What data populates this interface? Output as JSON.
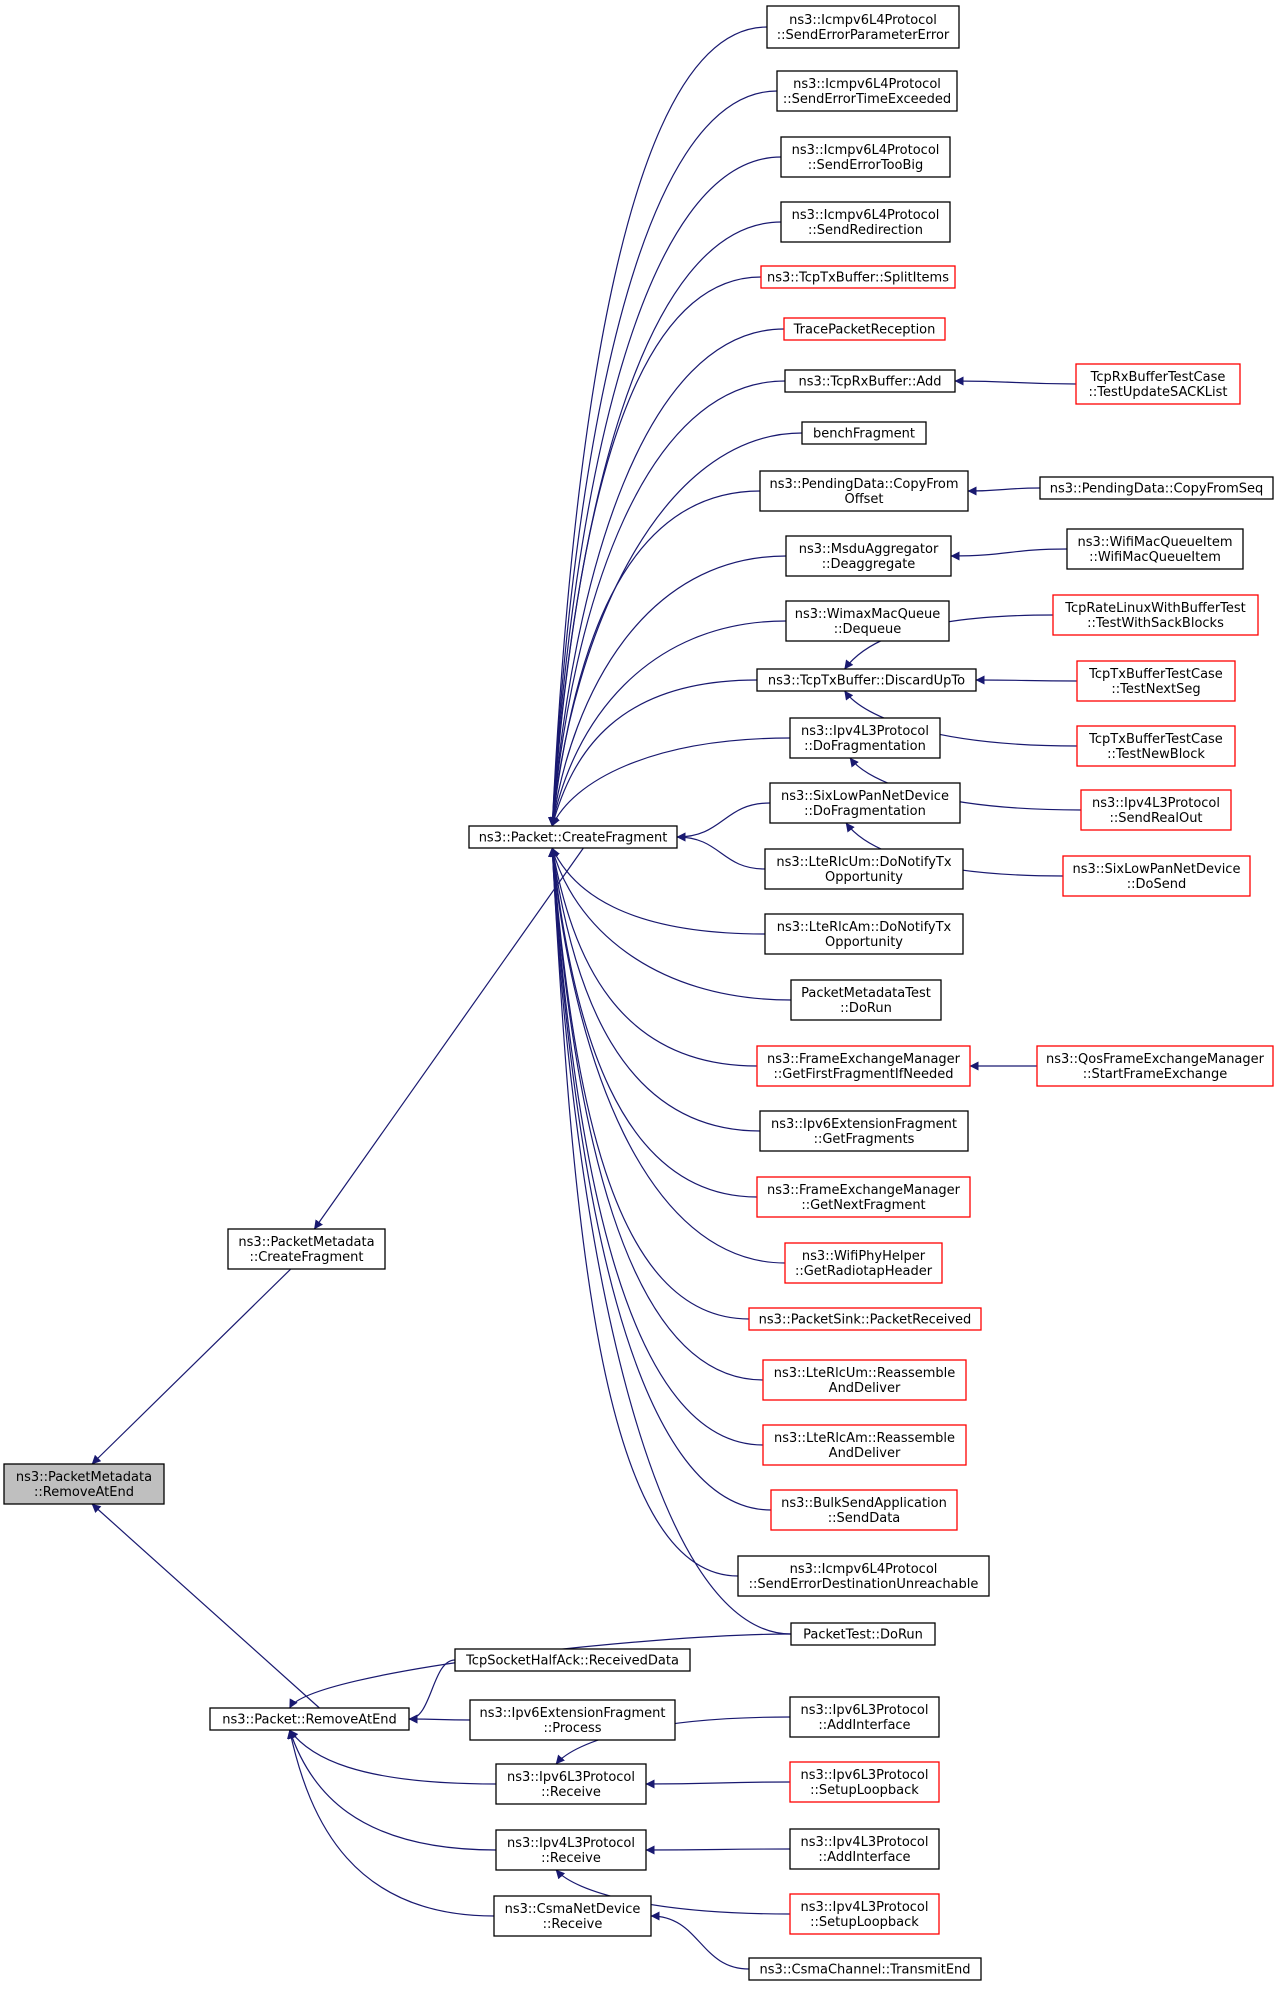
{
  "graph": {
    "edge_color": "#191970",
    "node_border_default": "#000000",
    "node_border_no_docs": "#ff0000",
    "root_fill": "#bfbfbf",
    "nodes": [
      {
        "id": "root",
        "lines": [
          "ns3::PacketMetadata",
          "::RemoveAtEnd"
        ],
        "style": "root"
      },
      {
        "id": "pm_cf",
        "lines": [
          "ns3::PacketMetadata",
          "::CreateFragment"
        ],
        "style": "black"
      },
      {
        "id": "p_cf",
        "lines": [
          "ns3::Packet::CreateFragment"
        ],
        "style": "black"
      },
      {
        "id": "p_rae",
        "lines": [
          "ns3::Packet::RemoveAtEnd"
        ],
        "style": "black"
      },
      {
        "id": "icmp_param",
        "lines": [
          "ns3::Icmpv6L4Protocol",
          "::SendErrorParameterError"
        ],
        "style": "black"
      },
      {
        "id": "icmp_time",
        "lines": [
          "ns3::Icmpv6L4Protocol",
          "::SendErrorTimeExceeded"
        ],
        "style": "black"
      },
      {
        "id": "icmp_big",
        "lines": [
          "ns3::Icmpv6L4Protocol",
          "::SendErrorTooBig"
        ],
        "style": "black"
      },
      {
        "id": "icmp_redir",
        "lines": [
          "ns3::Icmpv6L4Protocol",
          "::SendRedirection"
        ],
        "style": "black"
      },
      {
        "id": "tx_split",
        "lines": [
          "ns3::TcpTxBuffer::SplitItems"
        ],
        "style": "red"
      },
      {
        "id": "trace_rx",
        "lines": [
          "TracePacketReception"
        ],
        "style": "red"
      },
      {
        "id": "rx_add",
        "lines": [
          "ns3::TcpRxBuffer::Add"
        ],
        "style": "black"
      },
      {
        "id": "bench",
        "lines": [
          "benchFragment"
        ],
        "style": "black"
      },
      {
        "id": "pd_cfo",
        "lines": [
          "ns3::PendingData::CopyFrom",
          "Offset"
        ],
        "style": "black"
      },
      {
        "id": "msdu",
        "lines": [
          "ns3::MsduAggregator",
          "::Deaggregate"
        ],
        "style": "black"
      },
      {
        "id": "wimax",
        "lines": [
          "ns3::WimaxMacQueue",
          "::Dequeue"
        ],
        "style": "black"
      },
      {
        "id": "tx_disc",
        "lines": [
          "ns3::TcpTxBuffer::DiscardUpTo"
        ],
        "style": "black"
      },
      {
        "id": "ipv4_frag",
        "lines": [
          "ns3::Ipv4L3Protocol",
          "::DoFragmentation"
        ],
        "style": "black"
      },
      {
        "id": "six_frag",
        "lines": [
          "ns3::SixLowPanNetDevice",
          "::DoFragmentation"
        ],
        "style": "black"
      },
      {
        "id": "um_notify",
        "lines": [
          "ns3::LteRlcUm::DoNotifyTx",
          "Opportunity"
        ],
        "style": "black"
      },
      {
        "id": "am_notify",
        "lines": [
          "ns3::LteRlcAm::DoNotifyTx",
          "Opportunity"
        ],
        "style": "black"
      },
      {
        "id": "pmd_test",
        "lines": [
          "PacketMetadataTest",
          "::DoRun"
        ],
        "style": "black"
      },
      {
        "id": "fem_first",
        "lines": [
          "ns3::FrameExchangeManager",
          "::GetFirstFragmentIfNeeded"
        ],
        "style": "red"
      },
      {
        "id": "ipv6ext_get",
        "lines": [
          "ns3::Ipv6ExtensionFragment",
          "::GetFragments"
        ],
        "style": "black"
      },
      {
        "id": "fem_next",
        "lines": [
          "ns3::FrameExchangeManager",
          "::GetNextFragment"
        ],
        "style": "red"
      },
      {
        "id": "wifi_radiotap",
        "lines": [
          "ns3::WifiPhyHelper",
          "::GetRadiotapHeader"
        ],
        "style": "red"
      },
      {
        "id": "sink_rx",
        "lines": [
          "ns3::PacketSink::PacketReceived"
        ],
        "style": "red"
      },
      {
        "id": "um_reasm",
        "lines": [
          "ns3::LteRlcUm::Reassemble",
          "AndDeliver"
        ],
        "style": "red"
      },
      {
        "id": "am_reasm",
        "lines": [
          "ns3::LteRlcAm::Reassemble",
          "AndDeliver"
        ],
        "style": "red"
      },
      {
        "id": "bulk_send",
        "lines": [
          "ns3::BulkSendApplication",
          "::SendData"
        ],
        "style": "red"
      },
      {
        "id": "icmp_unreach",
        "lines": [
          "ns3::Icmpv6L4Protocol",
          "::SendErrorDestinationUnreachable"
        ],
        "style": "black"
      },
      {
        "id": "pkt_test",
        "lines": [
          "PacketTest::DoRun"
        ],
        "style": "black"
      },
      {
        "id": "tcp_half",
        "lines": [
          "TcpSocketHalfAck::ReceivedData"
        ],
        "style": "black"
      },
      {
        "id": "ipv6ext_proc",
        "lines": [
          "ns3::Ipv6ExtensionFragment",
          "::Process"
        ],
        "style": "black"
      },
      {
        "id": "ipv6_recv",
        "lines": [
          "ns3::Ipv6L3Protocol",
          "::Receive"
        ],
        "style": "black"
      },
      {
        "id": "ipv4_recv",
        "lines": [
          "ns3::Ipv4L3Protocol",
          "::Receive"
        ],
        "style": "black"
      },
      {
        "id": "csma_recv",
        "lines": [
          "ns3::CsmaNetDevice",
          "::Receive"
        ],
        "style": "black"
      },
      {
        "id": "rx_test_sack",
        "lines": [
          "TcpRxBufferTestCase",
          "::TestUpdateSACKList"
        ],
        "style": "red"
      },
      {
        "id": "pd_cfs",
        "lines": [
          "ns3::PendingData::CopyFromSeq"
        ],
        "style": "black"
      },
      {
        "id": "wifi_item",
        "lines": [
          "ns3::WifiMacQueueItem",
          "::WifiMacQueueItem"
        ],
        "style": "black"
      },
      {
        "id": "tcp_rate",
        "lines": [
          "TcpRateLinuxWithBufferTest",
          "::TestWithSackBlocks"
        ],
        "style": "red"
      },
      {
        "id": "tx_next",
        "lines": [
          "TcpTxBufferTestCase",
          "::TestNextSeg"
        ],
        "style": "red"
      },
      {
        "id": "tx_block",
        "lines": [
          "TcpTxBufferTestCase",
          "::TestNewBlock"
        ],
        "style": "red"
      },
      {
        "id": "ipv4_sendreal",
        "lines": [
          "ns3::Ipv4L3Protocol",
          "::SendRealOut"
        ],
        "style": "red"
      },
      {
        "id": "six_dosend",
        "lines": [
          "ns3::SixLowPanNetDevice",
          "::DoSend"
        ],
        "style": "red"
      },
      {
        "id": "qos_start",
        "lines": [
          "ns3::QosFrameExchangeManager",
          "::StartFrameExchange"
        ],
        "style": "red"
      },
      {
        "id": "ipv6_addif",
        "lines": [
          "ns3::Ipv6L3Protocol",
          "::AddInterface"
        ],
        "style": "black"
      },
      {
        "id": "ipv6_loop",
        "lines": [
          "ns3::Ipv6L3Protocol",
          "::SetupLoopback"
        ],
        "style": "red"
      },
      {
        "id": "ipv4_addif",
        "lines": [
          "ns3::Ipv4L3Protocol",
          "::AddInterface"
        ],
        "style": "black"
      },
      {
        "id": "ipv4_loop",
        "lines": [
          "ns3::Ipv4L3Protocol",
          "::SetupLoopback"
        ],
        "style": "red"
      },
      {
        "id": "csma_tx",
        "lines": [
          "ns3::CsmaChannel::TransmitEnd"
        ],
        "style": "black"
      }
    ],
    "edges": [
      {
        "from": "pm_cf",
        "to": "root"
      },
      {
        "from": "p_rae",
        "to": "root"
      },
      {
        "from": "p_cf",
        "to": "pm_cf"
      },
      {
        "from": "icmp_param",
        "to": "p_cf"
      },
      {
        "from": "icmp_time",
        "to": "p_cf"
      },
      {
        "from": "icmp_big",
        "to": "p_cf"
      },
      {
        "from": "icmp_redir",
        "to": "p_cf"
      },
      {
        "from": "tx_split",
        "to": "p_cf"
      },
      {
        "from": "trace_rx",
        "to": "p_cf"
      },
      {
        "from": "rx_add",
        "to": "p_cf"
      },
      {
        "from": "bench",
        "to": "p_cf"
      },
      {
        "from": "pd_cfo",
        "to": "p_cf"
      },
      {
        "from": "msdu",
        "to": "p_cf"
      },
      {
        "from": "wimax",
        "to": "p_cf"
      },
      {
        "from": "tx_disc",
        "to": "p_cf"
      },
      {
        "from": "ipv4_frag",
        "to": "p_cf"
      },
      {
        "from": "six_frag",
        "to": "p_cf"
      },
      {
        "from": "um_notify",
        "to": "p_cf"
      },
      {
        "from": "am_notify",
        "to": "p_cf"
      },
      {
        "from": "pmd_test",
        "to": "p_cf"
      },
      {
        "from": "fem_first",
        "to": "p_cf"
      },
      {
        "from": "ipv6ext_get",
        "to": "p_cf"
      },
      {
        "from": "fem_next",
        "to": "p_cf"
      },
      {
        "from": "wifi_radiotap",
        "to": "p_cf"
      },
      {
        "from": "sink_rx",
        "to": "p_cf"
      },
      {
        "from": "um_reasm",
        "to": "p_cf"
      },
      {
        "from": "am_reasm",
        "to": "p_cf"
      },
      {
        "from": "bulk_send",
        "to": "p_cf"
      },
      {
        "from": "icmp_unreach",
        "to": "p_cf"
      },
      {
        "from": "pkt_test",
        "to": "p_cf"
      },
      {
        "from": "pkt_test",
        "to": "p_rae"
      },
      {
        "from": "tcp_half",
        "to": "p_rae"
      },
      {
        "from": "ipv6ext_proc",
        "to": "p_rae"
      },
      {
        "from": "ipv6_recv",
        "to": "p_rae"
      },
      {
        "from": "ipv4_recv",
        "to": "p_rae"
      },
      {
        "from": "csma_recv",
        "to": "p_rae"
      },
      {
        "from": "rx_test_sack",
        "to": "rx_add"
      },
      {
        "from": "pd_cfs",
        "to": "pd_cfo"
      },
      {
        "from": "wifi_item",
        "to": "msdu"
      },
      {
        "from": "tcp_rate",
        "to": "tx_disc"
      },
      {
        "from": "tx_next",
        "to": "tx_disc"
      },
      {
        "from": "tx_block",
        "to": "tx_disc"
      },
      {
        "from": "ipv4_sendreal",
        "to": "ipv4_frag"
      },
      {
        "from": "six_dosend",
        "to": "six_frag"
      },
      {
        "from": "qos_start",
        "to": "fem_first"
      },
      {
        "from": "ipv6_addif",
        "to": "ipv6_recv"
      },
      {
        "from": "ipv6_loop",
        "to": "ipv6_recv"
      },
      {
        "from": "ipv4_addif",
        "to": "ipv4_recv"
      },
      {
        "from": "ipv4_loop",
        "to": "ipv4_recv"
      },
      {
        "from": "csma_tx",
        "to": "csma_recv"
      }
    ]
  }
}
